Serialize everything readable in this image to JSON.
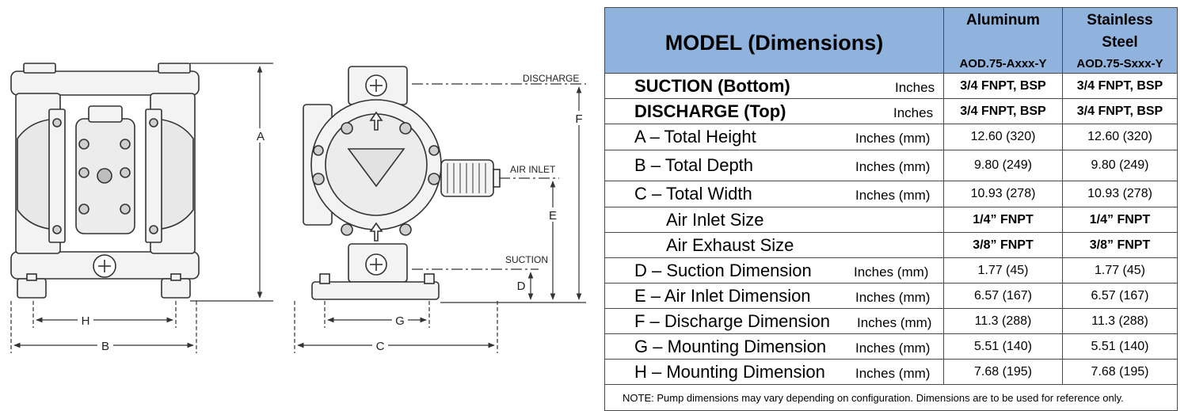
{
  "diagram": {
    "labels": {
      "discharge": "DISCHARGE",
      "air_inlet": "AIR INLET",
      "suction": "SUCTION",
      "a": "A",
      "b": "B",
      "c": "C",
      "d": "D",
      "e": "E",
      "f": "F",
      "g": "G",
      "h": "H"
    }
  },
  "table": {
    "header": {
      "model": "MODEL (Dimensions)",
      "aluminum": {
        "name": "Aluminum",
        "code": "AOD.75-Axxx-Y"
      },
      "stainless": {
        "name_line1": "Stainless",
        "name_line2": "Steel",
        "code": "AOD.75-Sxxx-Y"
      }
    },
    "rows": [
      {
        "name": "SUCTION (Bottom)",
        "unit": "Inches",
        "aluminum": "3/4 FNPT, BSP",
        "stainless": "3/4 FNPT, BSP"
      },
      {
        "name": "DISCHARGE (Top)",
        "unit": "Inches",
        "aluminum": "3/4 FNPT, BSP",
        "stainless": "3/4 FNPT, BSP"
      },
      {
        "name": "A – Total Height",
        "unit": "Inches (mm)",
        "aluminum": "12.60 (320)",
        "stainless": "12.60 (320)"
      },
      {
        "name": "B – Total Depth",
        "unit": "Inches (mm)",
        "aluminum": "9.80 (249)",
        "stainless": "9.80 (249)"
      },
      {
        "name": "C – Total Width",
        "unit": "Inches (mm)",
        "aluminum": "10.93 (278)",
        "stainless": "10.93 (278)"
      },
      {
        "name": "Air Inlet Size",
        "unit": "",
        "aluminum": "1/4” FNPT",
        "stainless": "1/4” FNPT"
      },
      {
        "name": "Air Exhaust Size",
        "unit": "",
        "aluminum": "3/8” FNPT",
        "stainless": "3/8” FNPT"
      },
      {
        "name": "D – Suction Dimension",
        "unit": "Inches (mm)",
        "aluminum": "1.77 (45)",
        "stainless": "1.77 (45)"
      },
      {
        "name": "E – Air Inlet Dimension",
        "unit": "Inches (mm)",
        "aluminum": "6.57 (167)",
        "stainless": "6.57 (167)"
      },
      {
        "name": "F – Discharge Dimension",
        "unit": "Inches (mm)",
        "aluminum": "11.3 (288)",
        "stainless": "11.3 (288)"
      },
      {
        "name": "G – Mounting Dimension",
        "unit": "Inches (mm)",
        "aluminum": "5.51 (140)",
        "stainless": "5.51 (140)"
      },
      {
        "name": "H – Mounting Dimension",
        "unit": "Inches (mm)",
        "aluminum": "7.68 (195)",
        "stainless": "7.68 (195)"
      }
    ],
    "note_prefix": "NOTE:",
    "note": " Pump dimensions may vary depending on configuration.  Dimensions are to be used for reference only."
  }
}
